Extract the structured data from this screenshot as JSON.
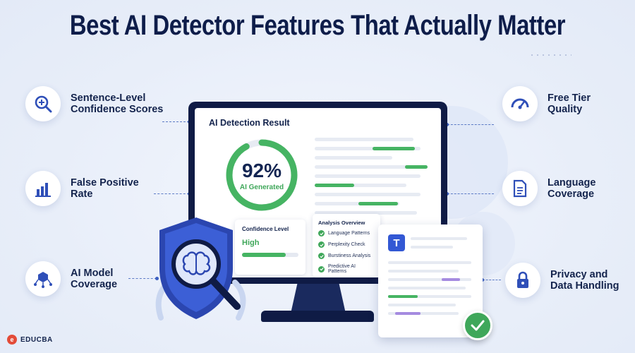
{
  "title": "Best AI Detector Features That Actually Matter",
  "features_left": [
    {
      "label": "Sentence-Level\nConfidence Scores",
      "icon": "magnifier-plus-icon"
    },
    {
      "label": "False Positive\nRate",
      "icon": "bar-chart-icon"
    },
    {
      "label": "AI Model\nCoverage",
      "icon": "network-cube-icon"
    }
  ],
  "features_right": [
    {
      "label": "Free Tier\nQuality",
      "icon": "speedometer-icon"
    },
    {
      "label": "Language\nCoverage",
      "icon": "document-icon"
    },
    {
      "label": "Privacy and\nData Handling",
      "icon": "lock-icon"
    }
  ],
  "result": {
    "title": "AI Detection Result",
    "percent": "92%",
    "percent_value": 0.92,
    "sub": "AI Generated"
  },
  "confidence": {
    "heading": "Confidence Level",
    "value": "High",
    "fill": 0.78
  },
  "analysis": {
    "heading": "Analysis Overview",
    "items": [
      "Language Patterns",
      "Perplexity Check",
      "Burstiness Analysis",
      "Predictive AI Patterns"
    ]
  },
  "doc_letter": "T",
  "logo": "EDUCBA",
  "colors": {
    "navy": "#0e1d4a",
    "green": "#46b463",
    "blue": "#3358d4",
    "purple": "#a58be0"
  }
}
